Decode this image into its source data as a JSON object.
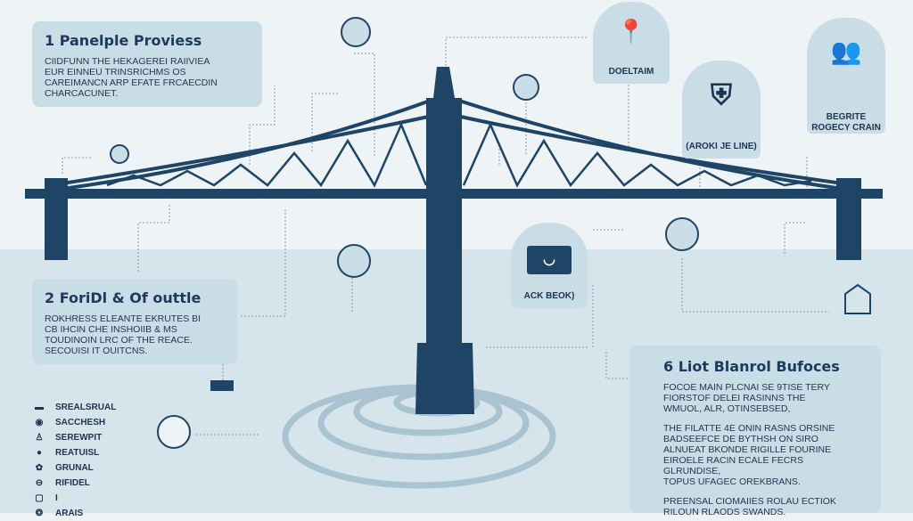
{
  "cards": [
    {
      "title": "1 Panelple Proviess",
      "paragraphs": [
        "CIIDFUNN THE HEKAGEREI RAIIVIEA\nEUR EINNEU TRINSRICHMS OS\nCAREIMANCN ARP EFATE FRCAECDIN\nCHARCACUNET."
      ]
    },
    {
      "title": "2 ForiDl & Of outtle",
      "paragraphs": [
        "ROKHRESS ELEANTE EKRUTES BI\nCB IHCIN CHE INSHOIIB & MS\nTOUDINOIN LRC OF THE REACE.\nSECOUISI IT OUITCNS."
      ]
    },
    {
      "title": "6 Liot Blanrol Bufoces",
      "paragraphs": [
        "FOCOE MAIN PLCNAI SE 9TISE TERY\nFIORSTOF DELEI RASINNS THE\nWMUOL, ALR, OTINSEBSED,",
        "THE FILATTE 4E ONIN RASNS ORSINE\nBADSEEFCE DE BYTHSH ON SIRO\nALNUEAT BKONDE RIGILLE FOURINE\nEIROELE RACIN ECALE FECRS GLRUNDISE,\nTOPUS UFAGEC OREKBRANS.",
        "PREENSAL CIOMAIIES ROLAU ECTIOK\nRILOUN RLAODS SWANDS."
      ]
    }
  ],
  "badges": [
    {
      "label": "DOELTAIM",
      "icon": "location-pin-icon"
    },
    {
      "label": "(AROKI JE LINE)",
      "icon": "shield-icon"
    },
    {
      "label": "BEGRITE\nROGECY CRAIN",
      "icon": "people-icon"
    },
    {
      "label": "ACK BEOK)",
      "icon": "camera-icon"
    }
  ],
  "legend": [
    {
      "icon": "▬",
      "label": "SREALSRUAL"
    },
    {
      "icon": "◉",
      "label": "SACCHESH"
    },
    {
      "icon": "♙",
      "label": "SEREWPIT"
    },
    {
      "icon": "●",
      "label": "REATUISL"
    },
    {
      "icon": "✿",
      "label": "GRUNAL"
    },
    {
      "icon": "⊖",
      "label": "RIFIDEL"
    },
    {
      "icon": "▢",
      "label": "I"
    },
    {
      "icon": "❂",
      "label": "ARAIS"
    }
  ],
  "colors": {
    "bridge": "#1e4466",
    "water": "#d6e4eb",
    "card": "#c9dde6",
    "sky": "#eef3f5"
  }
}
